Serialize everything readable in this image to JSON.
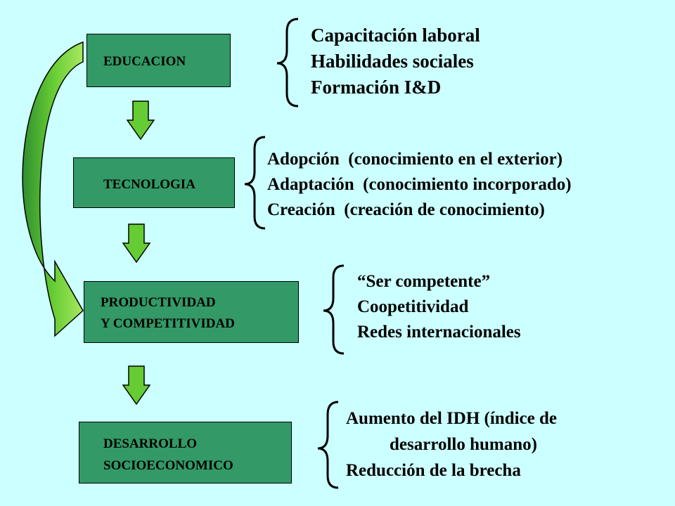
{
  "boxes": {
    "educacion": "EDUCACION",
    "tecnologia": "TECNOLOGIA",
    "productividad_line1": "PRODUCTIVIDAD",
    "productividad_line2": "Y COMPETITIVIDAD",
    "desarrollo_line1": "DESARROLLO",
    "desarrollo_line2": "SOCIOECONOMICO"
  },
  "groups": {
    "educacion": [
      "Capacitación laboral",
      "Habilidades sociales",
      "Formación I&D"
    ],
    "tecnologia": [
      "Adopción  (conocimiento en el exterior)",
      "Adaptación  (conocimiento incorporado)",
      "Creación  (creación de conocimiento)"
    ],
    "productividad": [
      "“Ser competente”",
      "Coopetitividad",
      "Redes internacionales"
    ],
    "desarrollo": [
      "Aumento del IDH (índice de",
      "desarrollo humano)",
      "Reducción de la brecha"
    ]
  },
  "colors": {
    "background": "#ccffff",
    "box_fill": "#339966",
    "arrow_fill": "#66cc33"
  }
}
